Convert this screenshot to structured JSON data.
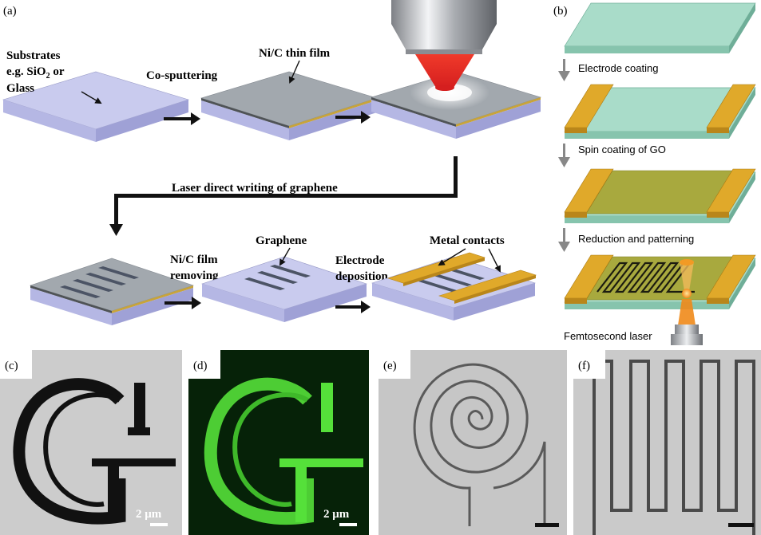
{
  "panel_a": {
    "label": "(a)",
    "substrates_line1": "Substrates",
    "substrates_line2_pre": "e.g. SiO",
    "substrates_line2_sub": "2",
    "substrates_line2_post": " or",
    "substrates_line3": "Glass",
    "co_sputtering": "Co-sputtering",
    "nic_thin_film": "Ni/C thin film",
    "laser_direct_writing": "Laser direct writing of graphene",
    "nic_film_line1": "Ni/C film",
    "nic_film_line2": "removing",
    "graphene": "Graphene",
    "electrode_line1": "Electrode",
    "electrode_line2": "deposition",
    "metal_contacts": "Metal contacts"
  },
  "panel_b": {
    "label": "(b)",
    "electrode_coating": "Electrode coating",
    "spin_coating": "Spin coating of GO",
    "reduction": "Reduction and patterning",
    "femtosecond": "Femtosecond laser"
  },
  "panel_c": {
    "label": "(c)",
    "scale": "2 μm"
  },
  "panel_d": {
    "label": "(d)",
    "scale": "2 μm"
  },
  "panel_e": {
    "label": "(e)"
  },
  "panel_f": {
    "label": "(f)"
  },
  "colors": {
    "substrate_top": "#c9cbee",
    "substrate_side": "#a7a9dc",
    "film_top": "#a2a8ae",
    "gold": "#e0a92a",
    "teal": "#a9dcc9",
    "go_film": "#a8a93e",
    "neon_green": "#55e03a"
  }
}
